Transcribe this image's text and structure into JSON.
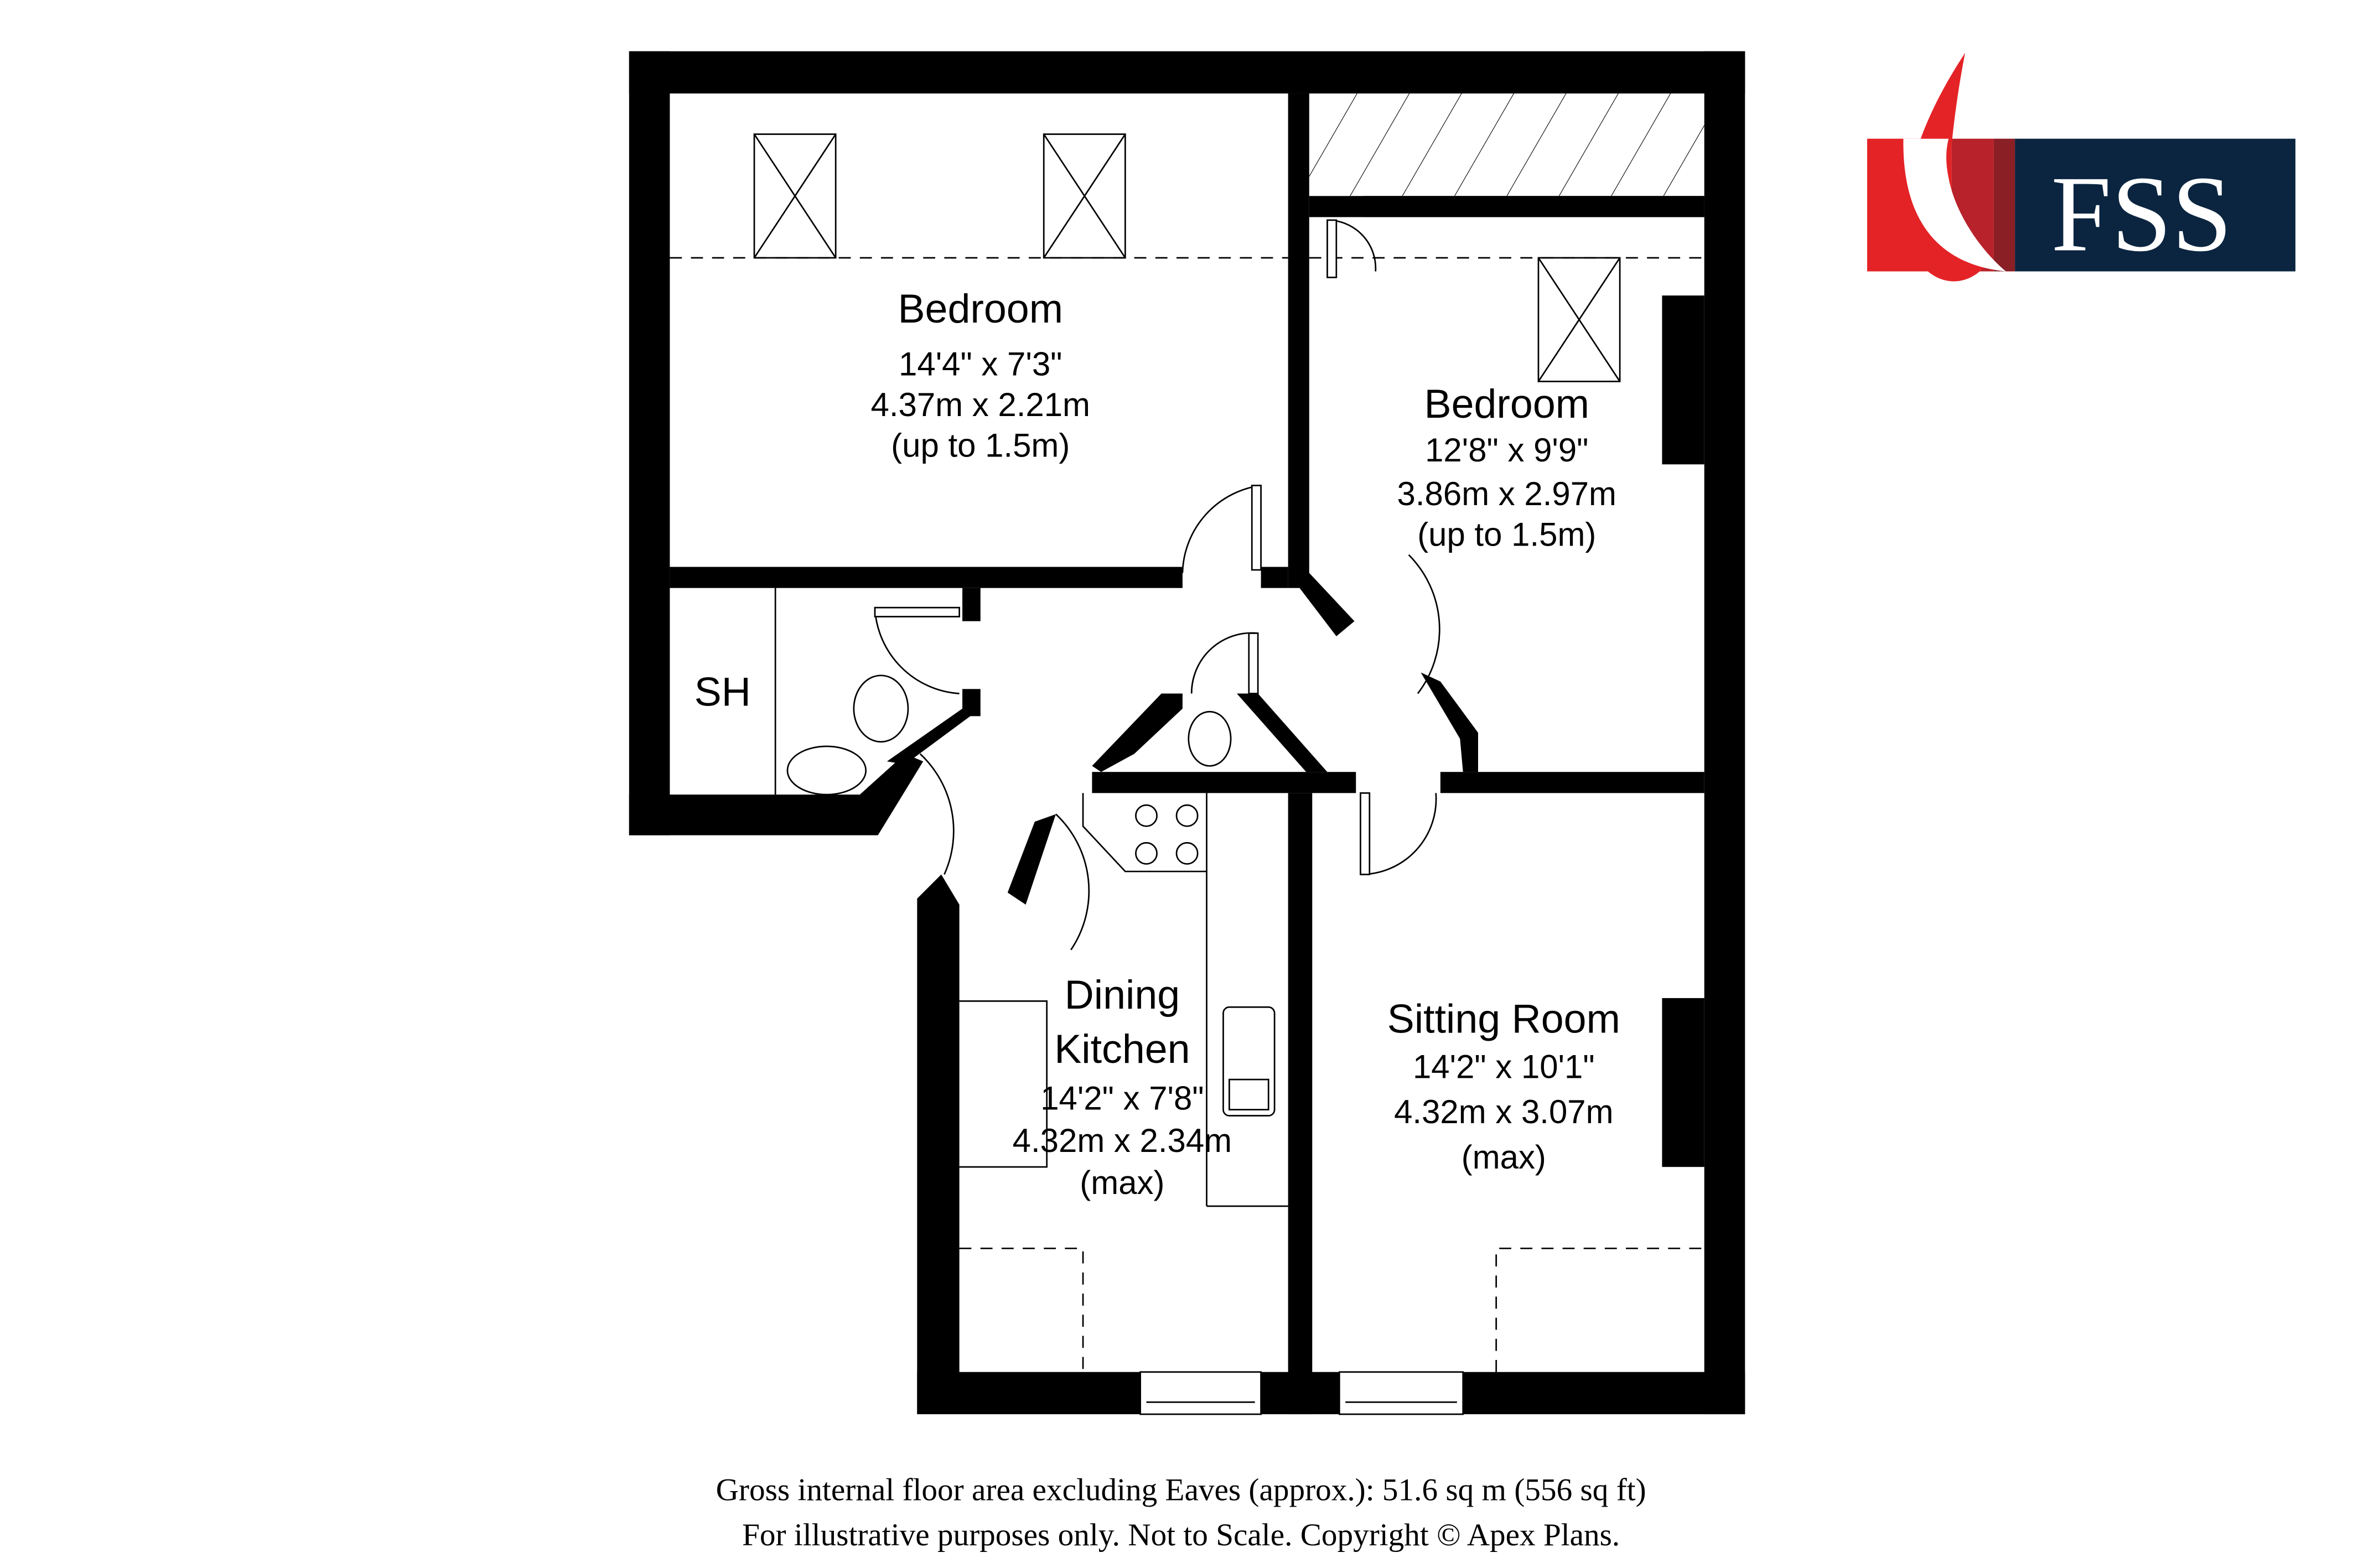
{
  "logo": {
    "text": "FSS",
    "colors": {
      "navy": "#0b2540",
      "red": "#e42326",
      "red_mid": "#b8232b",
      "red_dark": "#8a1f26",
      "feather": "#e42326"
    }
  },
  "rooms": [
    {
      "id": "bedroom-1",
      "name": "Bedroom",
      "imperial": "14'4\" x 7'3\"",
      "metric": "4.37m x 2.21m",
      "note": "(up to 1.5m)"
    },
    {
      "id": "bedroom-2",
      "name": "Bedroom",
      "imperial": "12'8\" x 9'9\"",
      "metric": "3.86m x 2.97m",
      "note": "(up to 1.5m)"
    },
    {
      "id": "shower",
      "name": "SH"
    },
    {
      "id": "dining-kitchen",
      "name_line1": "Dining",
      "name_line2": "Kitchen",
      "imperial": "14'2\" x 7'8\"",
      "metric": "4.32m x 2.34m",
      "note": "(max)"
    },
    {
      "id": "sitting-room",
      "name": "Sitting Room",
      "imperial": "14'2\" x 10'1\"",
      "metric": "4.32m x 3.07m",
      "note": "(max)"
    }
  ],
  "footer": {
    "line1": "Gross internal floor area excluding Eaves (approx.): 51.6 sq m (556 sq ft)",
    "line2": "For illustrative purposes only. Not to Scale. Copyright © Apex Plans."
  }
}
